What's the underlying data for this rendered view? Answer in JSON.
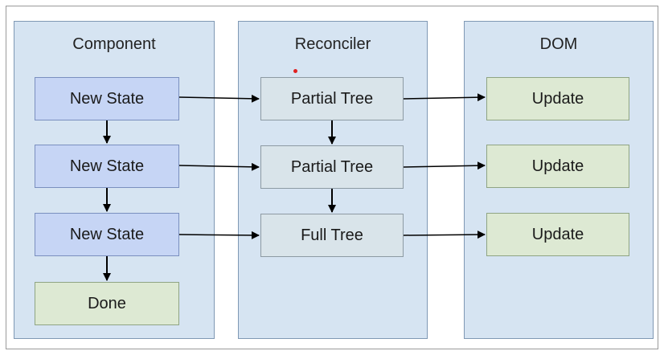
{
  "columns": {
    "component": {
      "title": "Component"
    },
    "reconciler": {
      "title": "Reconciler"
    },
    "dom": {
      "title": "DOM"
    }
  },
  "component_nodes": [
    "New State",
    "New State",
    "New State",
    "Done"
  ],
  "reconciler_nodes": [
    "Partial Tree",
    "Partial Tree",
    "Full Tree"
  ],
  "dom_nodes": [
    "Update",
    "Update",
    "Update"
  ],
  "colors": {
    "column_bg": "#d6e4f2",
    "state_node": "#c6d5f5",
    "tree_node": "#d9e4ea",
    "green_node": "#dde9d3",
    "arrow": "#000000",
    "marker_dot": "#e02020"
  }
}
